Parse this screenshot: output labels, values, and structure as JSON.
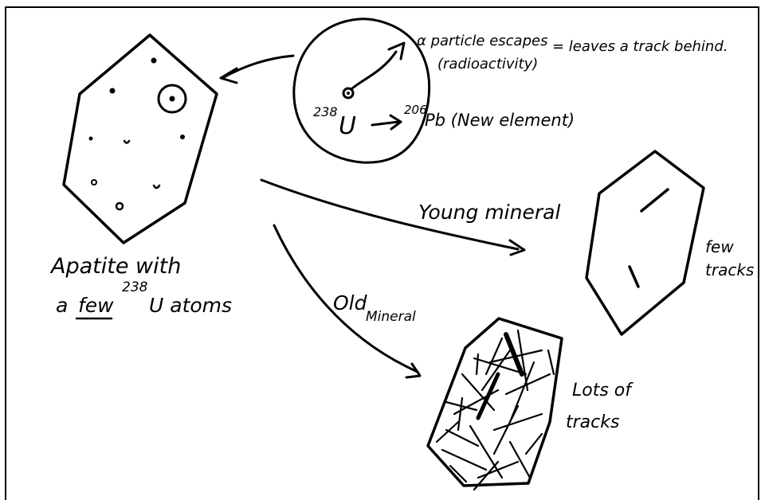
{
  "diagram": {
    "apatite_label_line1": "Apatite with",
    "apatite_label_line2_prefix": "a",
    "apatite_label_line2_underlined": "few",
    "apatite_label_line2_sup": "238",
    "apatite_label_line2_suffix": "U atoms",
    "alpha_line1": "α particle escapes",
    "alpha_line2": "(radioactivity)",
    "alpha_result": "= leaves a track behind.",
    "decay_sup_u": "238",
    "decay_u": "U",
    "decay_sup_pb": "206",
    "decay_pb": "Pb (New element)",
    "young_label": "Young mineral",
    "old_label_line1": "Old",
    "old_label_line2": "Mineral",
    "few_tracks_line1": "few",
    "few_tracks_line2": "tracks",
    "lots_tracks_line1": "Lots of",
    "lots_tracks_line2": "tracks"
  }
}
